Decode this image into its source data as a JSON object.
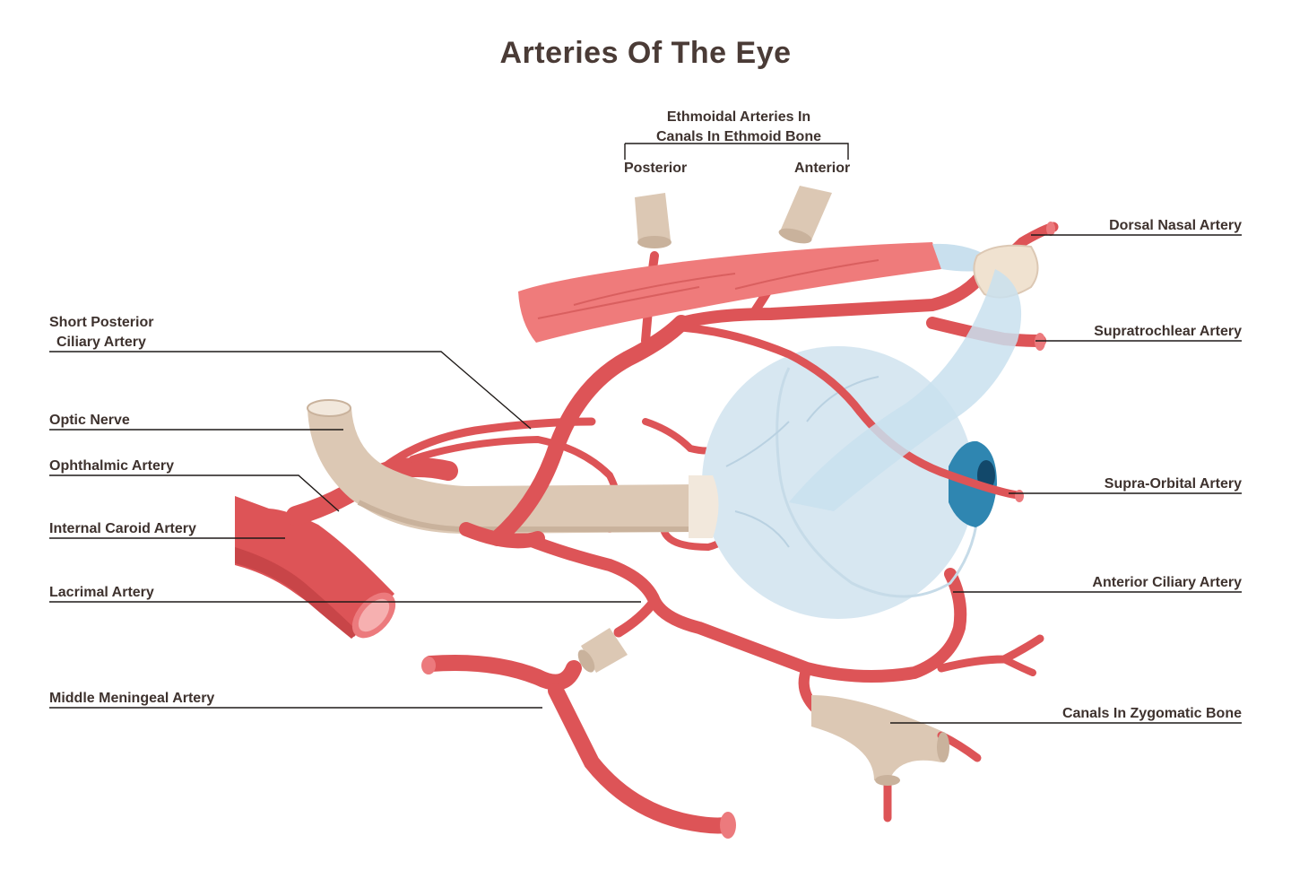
{
  "title": "Arteries Of The Eye",
  "ethmoid": {
    "group_line1": "Ethmoidal Arteries In",
    "group_line2": "Canals In Ethmoid Bone",
    "posterior": "Posterior",
    "anterior": "Anterior"
  },
  "labels_left": {
    "short_posterior_line1": "Short Posterior",
    "short_posterior_line2": "Ciliary Artery",
    "optic_nerve": "Optic Nerve",
    "ophthalmic_artery": "Ophthalmic Artery",
    "internal_carotid": "Internal Caroid Artery",
    "lacrimal_artery": "Lacrimal Artery",
    "middle_meningeal": "Middle Meningeal Artery"
  },
  "labels_right": {
    "dorsal_nasal": "Dorsal Nasal Artery",
    "supratrochlear": "Supratrochlear Artery",
    "supra_orbital": "Supra-Orbital Artery",
    "anterior_ciliary": "Anterior Ciliary Artery",
    "zygomatic_canals": "Canals In Zygomatic Bone"
  },
  "colors": {
    "artery": "#dd5457",
    "artery_light": "#ee8888",
    "muscle": "#ef7b7b",
    "bone": "#dcc8b4",
    "bone_dark": "#c9b29c",
    "eyeball": "#d9e8f1",
    "iris": "#2f86b1",
    "pupil": "#12486a",
    "text": "#3e322e",
    "leader": "#1f1a18"
  }
}
